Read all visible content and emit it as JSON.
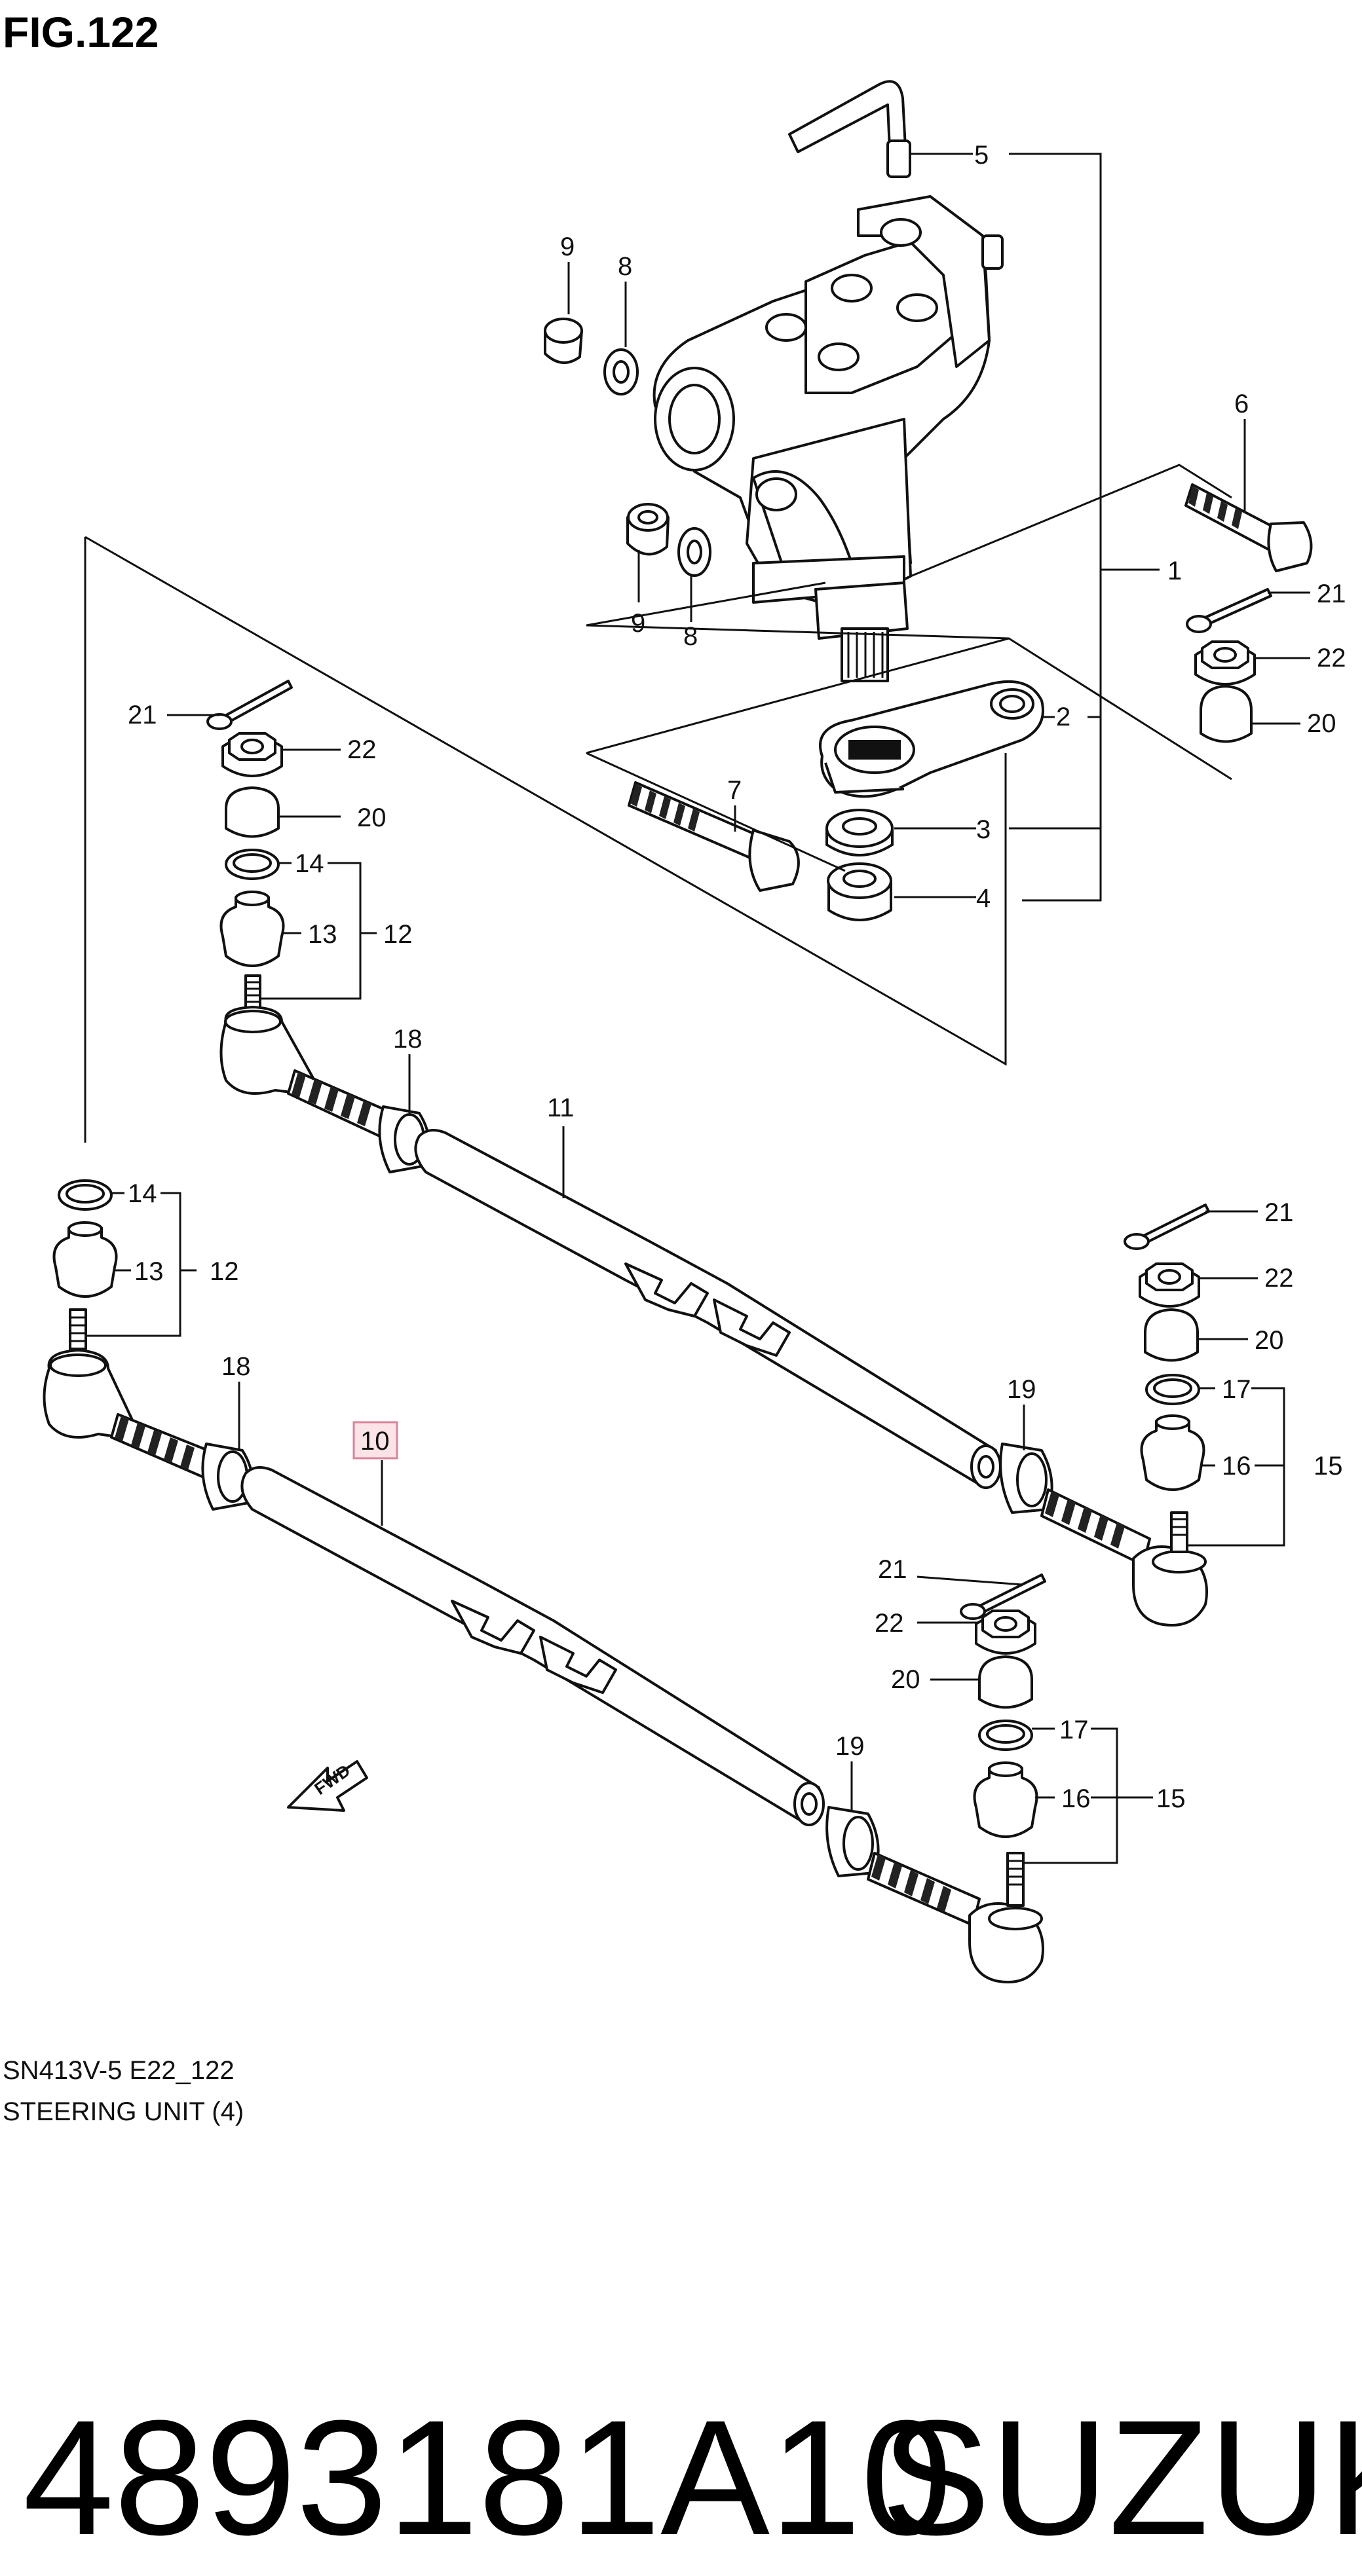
{
  "figure": {
    "title": "FIG.122",
    "code": "SN413V-5 E22_122",
    "name": "STEERING UNIT (4)"
  },
  "footer": {
    "part_number": "4893181A10",
    "brand": "SUZUKI"
  },
  "highlighted_part": "10",
  "fwd_label": "FWD",
  "callouts": {
    "c1": "1",
    "c2": "2",
    "c3": "3",
    "c4": "4",
    "c5": "5",
    "c6": "6",
    "c7": "7",
    "c8a": "8",
    "c8b": "8",
    "c9a": "9",
    "c9b": "9",
    "c10": "10",
    "c11": "11",
    "c12a": "12",
    "c12b": "12",
    "c13a": "13",
    "c13b": "13",
    "c14a": "14",
    "c14b": "14",
    "c15a": "15",
    "c15b": "15",
    "c16a": "16",
    "c16b": "16",
    "c17a": "17",
    "c17b": "17",
    "c18a": "18",
    "c18b": "18",
    "c19a": "19",
    "c19b": "19",
    "c20a": "20",
    "c20b": "20",
    "c20c": "20",
    "c20d": "20",
    "c21a": "21",
    "c21b": "21",
    "c21c": "21",
    "c21d": "21",
    "c22a": "22",
    "c22b": "22",
    "c22c": "22",
    "c22d": "22"
  }
}
